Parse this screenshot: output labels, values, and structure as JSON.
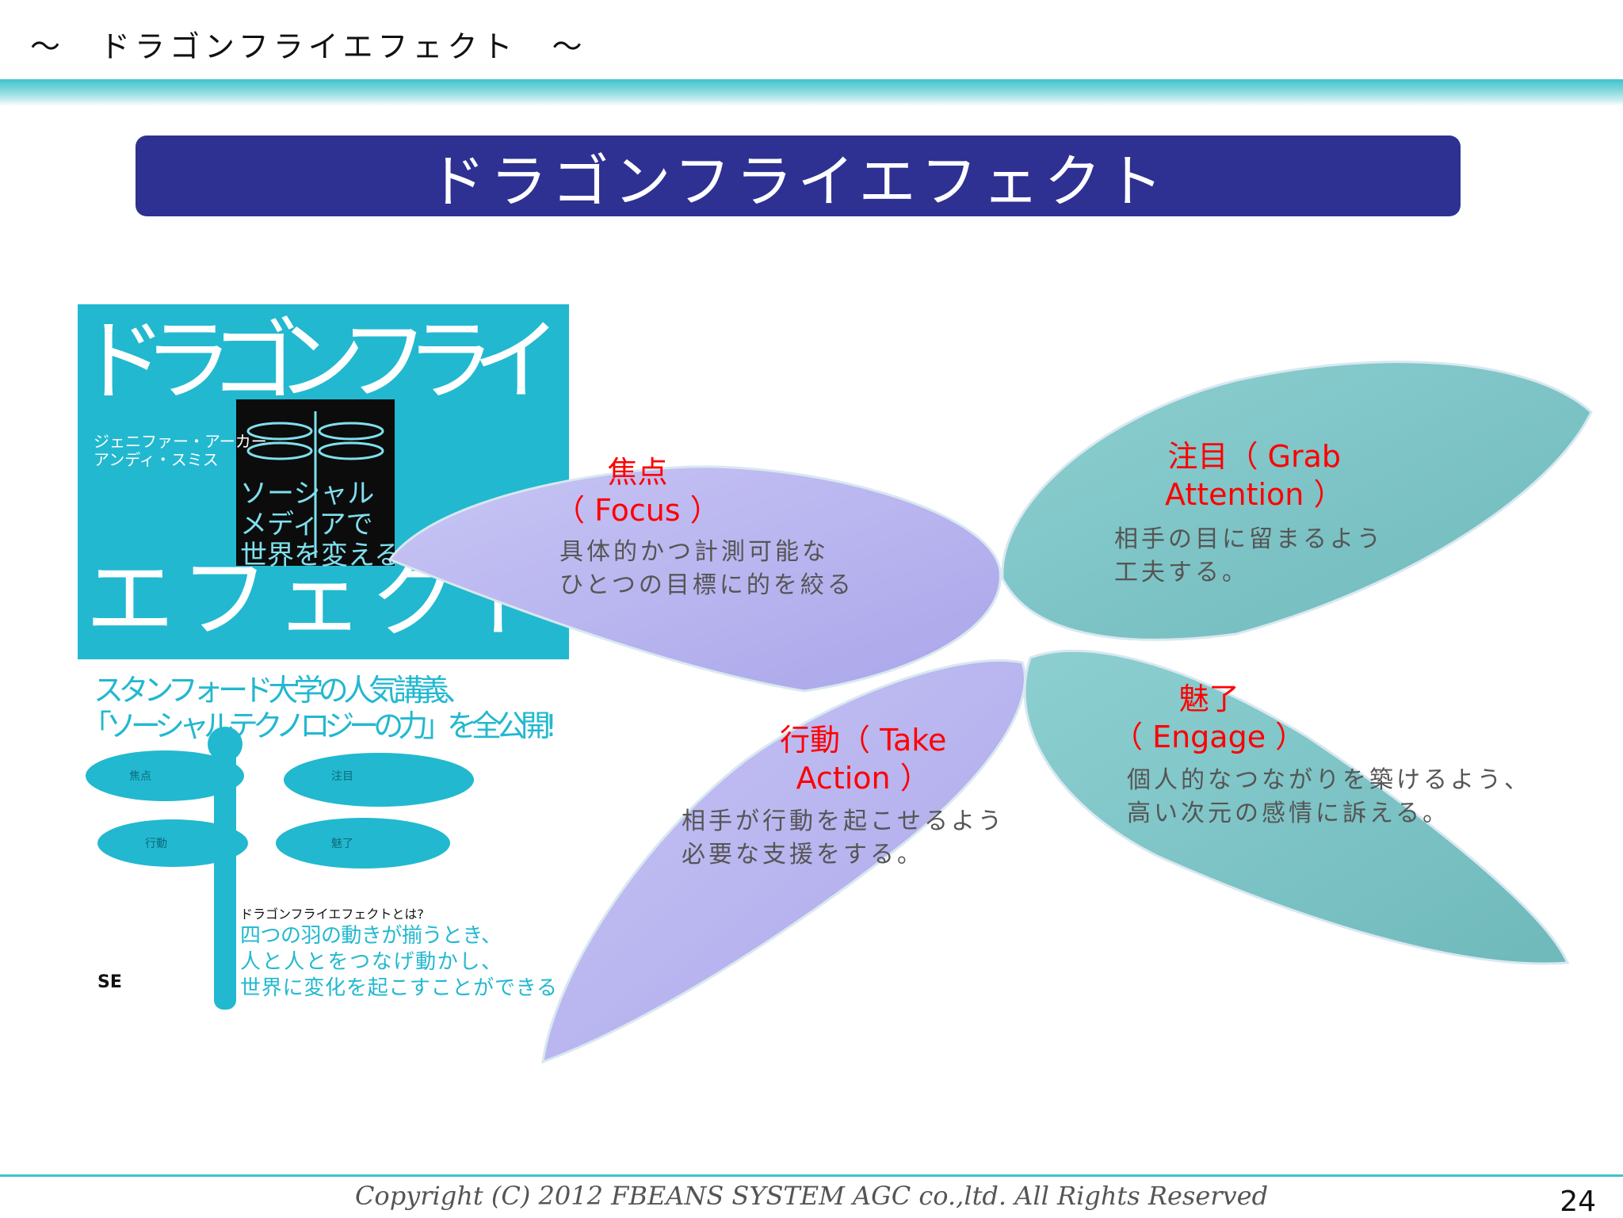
{
  "header": {
    "title": "～　ドラゴンフライエフェクト　～"
  },
  "slide": {
    "title": "ドラゴンフライエフェクト"
  },
  "book": {
    "title_top": "ドラゴンフライ",
    "title_bottom": "エフェクト",
    "authors": "ジェニファー・アーカー\nアンディ・スミス",
    "subtitle": "ソーシャル\nメディアで\n世界を変える",
    "tagline1": "スタンフォード大学の人気講義、",
    "tagline2": "「ソーシャルテクノロジーの力」を全公開!",
    "wing1": "焦点",
    "wing2": "注目",
    "wing3": "行動",
    "wing4": "魅了",
    "question": "ドラゴンフライエフェクトとは?",
    "desc1": "四つの羽の動きが揃うとき、",
    "desc2": "人と人とをつなげ動かし、",
    "desc3": "世界に変化を起こすことができる",
    "publisher": "SE"
  },
  "wings": {
    "focus": {
      "label": "焦点\n（ Focus ）",
      "desc": "具体的かつ計測可能な\nひとつの目標に的を絞る"
    },
    "grab": {
      "label": "注目（ Grab\nAttention ）",
      "desc": "相手の目に留まるよう\n工夫する。"
    },
    "action": {
      "label": "行動（ Take\nAction ）",
      "desc": "相手が行動を起こせるよう\n必要な支援をする。"
    },
    "engage": {
      "label": "魅了\n（ Engage ）",
      "desc": "個人的なつながりを築けるよう、\n高い次元の感情に訴える。"
    }
  },
  "colors": {
    "focus_wing": "#b8b4ef",
    "grab_wing": "#7ec4c6",
    "title_bar": "#2e3192",
    "label_red": "#ff0000",
    "band": "#3fc3cc"
  },
  "footer": {
    "copyright": "Copyright (C) 2012 FBEANS SYSTEM AGC co.,ltd. All Rights Reserved",
    "page_number": "24"
  }
}
